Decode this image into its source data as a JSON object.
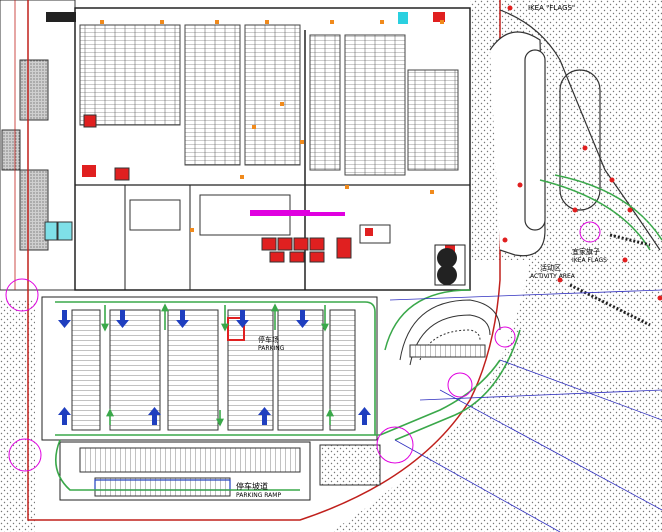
{
  "labels": {
    "ikea_flags_top": "IKEA \"FLAGS\"",
    "ikea_flags_main": "IKEA FLAGS",
    "ikea_flags_cn": "宜家旗子",
    "activity_area_cn": "活动区",
    "activity_area": "ACTIVITY AREA",
    "parking_cn": "停车场",
    "parking": "PARKING",
    "parking_ramp_cn": "停车坡道",
    "parking_ramp": "PARKING RAMP"
  },
  "colors": {
    "route_green": "#3aa84a",
    "arrow_blue": "#1f3fbf",
    "boundary_red": "#c0201c",
    "hatch_gray": "#9a9a9a",
    "accent_magenta": "#e000e0",
    "accent_cyan": "#2ad0e0",
    "fixture_red": "#e02020",
    "fixture_orange": "#f08a1c"
  }
}
